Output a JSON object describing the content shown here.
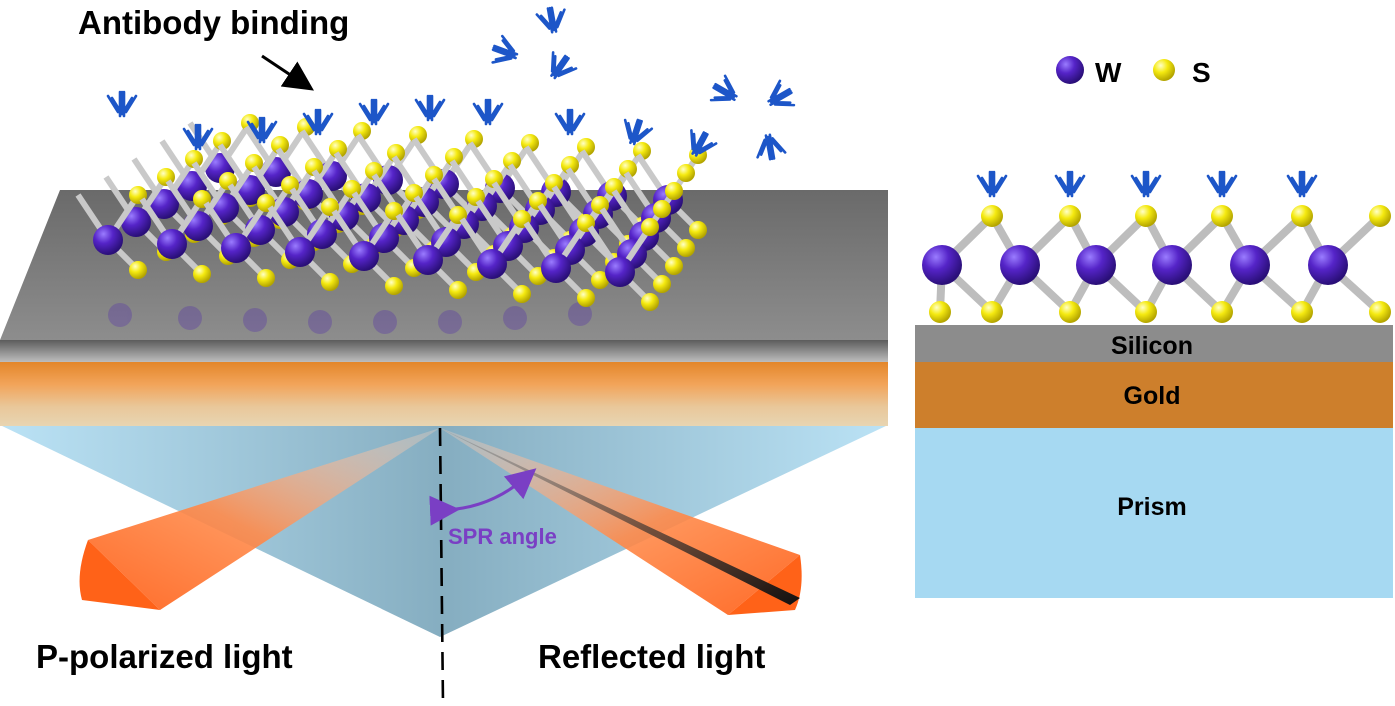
{
  "labels": {
    "antibody_binding": "Antibody binding",
    "spr_angle": "SPR angle",
    "p_polarized": "P-polarized light",
    "reflected": "Reflected light"
  },
  "legend": {
    "w": "W",
    "s": "S"
  },
  "layers": {
    "silicon": "Silicon",
    "gold": "Gold",
    "prism": "Prism"
  },
  "colors": {
    "tungsten": "#4a1fb0",
    "sulfur": "#f2e60a",
    "antibody": "#1d56c8",
    "silicon": "#8c8c8c",
    "gold": "#cd7f2c",
    "prism": "#a6d9f2",
    "angle": "#7a3fc4"
  }
}
